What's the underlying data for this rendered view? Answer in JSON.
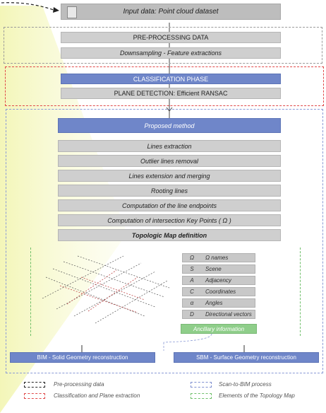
{
  "flow": {
    "input": "Input data: Point cloud dataset",
    "preprocessing": "PRE-PROCESSING DATA",
    "downsampling": "Downsampling - Feature extractions",
    "classification": "CLASSIFICATION PHASE",
    "plane_detection": "PLANE DETECTION: Efficient RANSAC",
    "proposed": "Proposed method",
    "steps": [
      "Lines extraction",
      "Outlier lines removal",
      "Lines extension and merging",
      "Rooting lines",
      "Computation of the line endpoints",
      "Computation of intersection Key Points ( Ω )",
      "Topologic Map definition"
    ]
  },
  "attributes": [
    {
      "symbol": "Ω",
      "label": "Ω names"
    },
    {
      "symbol": "S",
      "label": "Scene"
    },
    {
      "symbol": "A",
      "label": "Adjacency"
    },
    {
      "symbol": "C",
      "label": "Coordinates"
    },
    {
      "symbol": "α",
      "label": "Angles"
    },
    {
      "symbol": "D",
      "label": "Directional vectors"
    }
  ],
  "ancillary": "Ancillary information",
  "outputs": {
    "bim": "BIM - Solid Geometry reconstruction",
    "sbm": "SBM - Surface Geometry reconstruction"
  },
  "legend": [
    {
      "label": "Pre-processing data",
      "color": "#222222"
    },
    {
      "label": "Scan-to-BIM process",
      "color": "#7e8fd0"
    },
    {
      "label": "Classification and Plane extraction",
      "color": "#e04848"
    },
    {
      "label": "Elements of the Topology Map",
      "color": "#6fbf6a"
    }
  ]
}
